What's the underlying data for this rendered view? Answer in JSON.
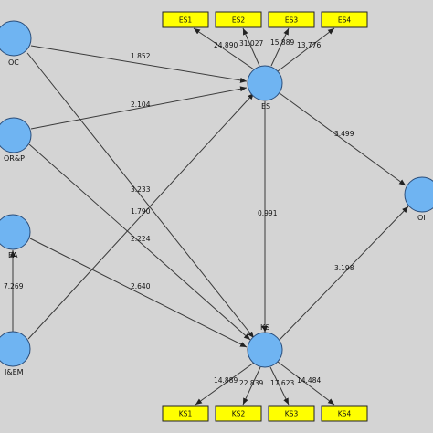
{
  "diagram": {
    "latent": {
      "OC": "OC",
      "ORP": "OR&P",
      "EA": "EA",
      "IEM": "I&EM",
      "ES": "ES",
      "KS": "KS",
      "OI": "OI"
    },
    "indicators": {
      "ES1": "ES1",
      "ES2": "ES2",
      "ES3": "ES3",
      "ES4": "ES4",
      "KS1": "KS1",
      "KS2": "KS2",
      "KS3": "KS3",
      "KS4": "KS4"
    },
    "path_coefficients": {
      "oc_es": "1.852",
      "orp_es": "2.104",
      "oc_ks": "3.233",
      "orp_ks": "2.224",
      "iem_es": "1.790",
      "ea_ks": "2.640",
      "iem_ea": "7.269",
      "es_ks": "0.991",
      "es_oi": "3.499",
      "ks_oi": "3.198"
    },
    "loadings": {
      "es1": "24.890",
      "es2": "31.027",
      "es3": "15.889",
      "es4": "13.776",
      "ks1": "14.889",
      "ks2": "22.839",
      "ks3": "17.623",
      "ks4": "14.484"
    },
    "colors": {
      "latent_fill": "#6fb4f2",
      "indicator_fill": "#ffff00",
      "background": "#d4d4d4"
    }
  }
}
